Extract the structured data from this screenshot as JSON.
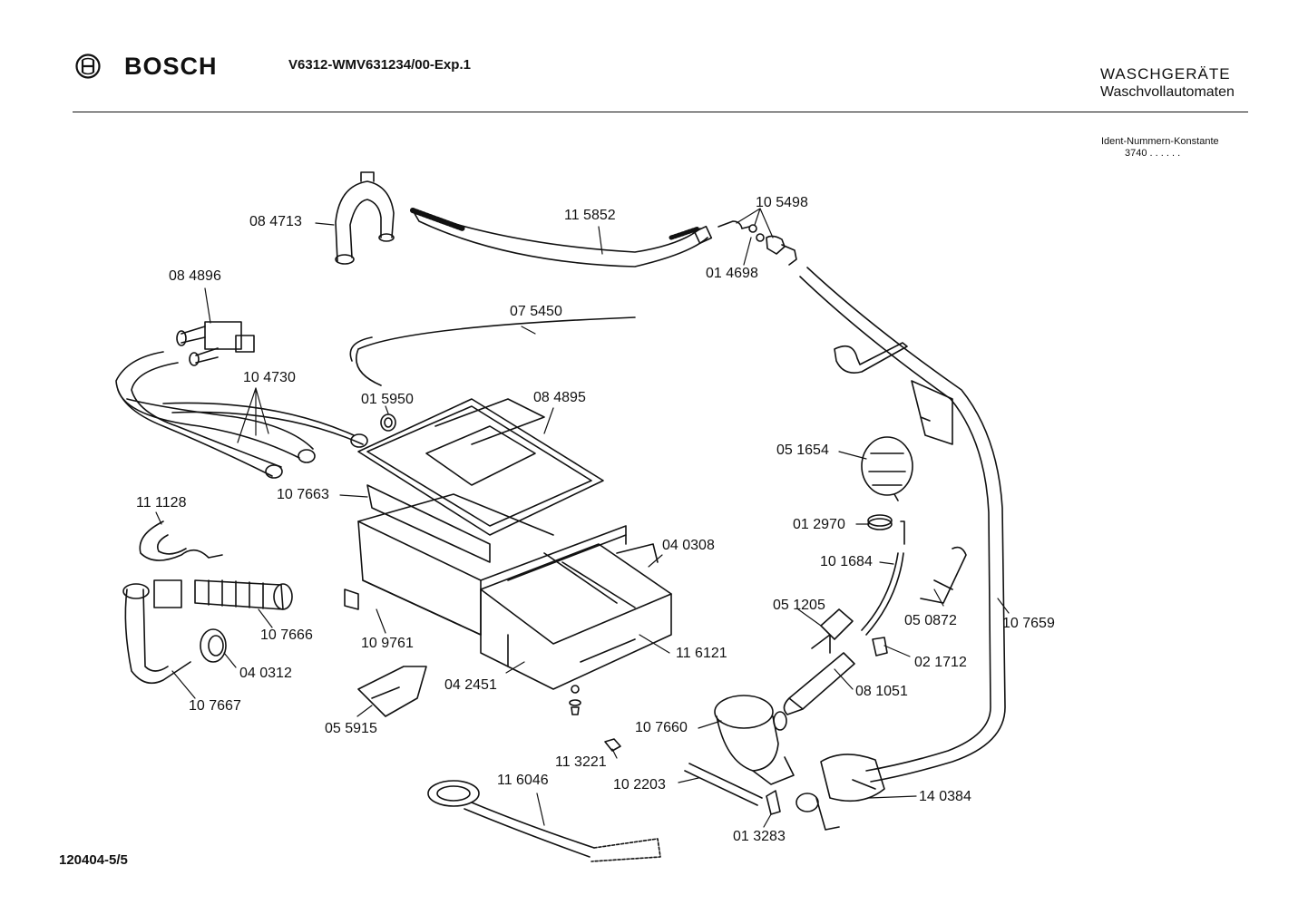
{
  "header": {
    "brand": "BOSCH",
    "model": "V6312-WMV631234/00-Exp.1",
    "category_line1": "WASCHGERÄTE",
    "category_line2": "Waschvollautomaten",
    "ident_label": "Ident-Nummern-Konstante",
    "ident_value": "3740  . .  . . . ."
  },
  "footer": {
    "sheet_number": "120404-5/5"
  },
  "parts": [
    "08 4713",
    "11 5852",
    "10 5498",
    "01 4698",
    "08 4896",
    "07 5450",
    "10 4730",
    "01 5950",
    "08 4895",
    "05 1654",
    "10 7663",
    "11 1128",
    "04 0308",
    "01 2970",
    "10 1684",
    "05 1205",
    "05 0872",
    "10 7659",
    "10 7666",
    "10 9761",
    "11 6121",
    "02 1712",
    "04 0312",
    "04 2451",
    "08 1051",
    "10 7667",
    "05 5915",
    "10 7660",
    "11 3221",
    "11 6046",
    "10 2203",
    "14 0384",
    "01 3283"
  ]
}
